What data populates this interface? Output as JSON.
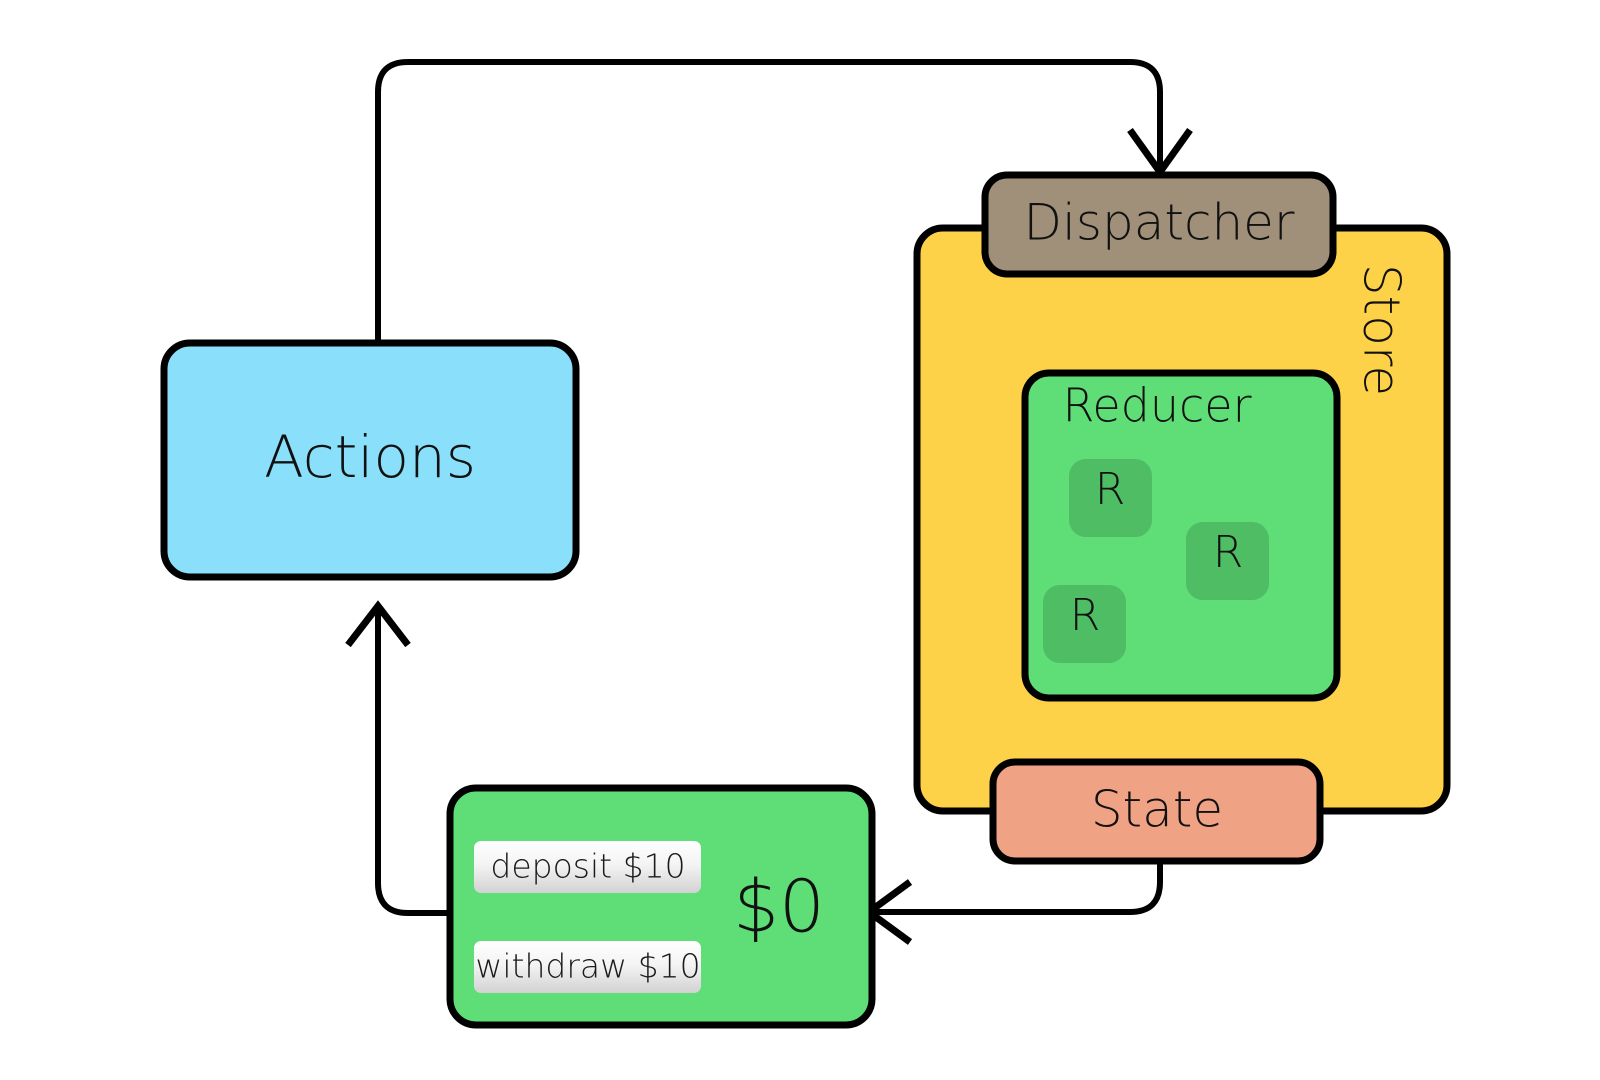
{
  "diagram": {
    "title": "Redux data flow diagram",
    "nodes": {
      "actions": {
        "label": "Actions",
        "color": "#8ae0fb"
      },
      "dispatcher": {
        "label": "Dispatcher",
        "color": "#a08f79"
      },
      "store": {
        "label": "Store",
        "color": "#fdd248"
      },
      "reducer": {
        "label": "Reducer",
        "color": "#5fdd77"
      },
      "reducer_children": [
        {
          "label": "R",
          "color": "#4ebd63"
        },
        {
          "label": "R",
          "color": "#4ebd63"
        },
        {
          "label": "R",
          "color": "#4ebd63"
        }
      ],
      "state": {
        "label": "State",
        "color": "#efa384"
      },
      "ui": {
        "balance": "$0",
        "color": "#5fdd77",
        "buttons": [
          {
            "label": "deposit $10"
          },
          {
            "label": "withdraw $10"
          }
        ]
      }
    },
    "edges": [
      {
        "name": "actions-to-dispatcher",
        "from": "Actions",
        "to": "Dispatcher"
      },
      {
        "name": "dispatcher-to-reducer",
        "from": "Dispatcher",
        "to": "Reducer"
      },
      {
        "name": "reducer-to-state",
        "from": "Reducer",
        "to": "State"
      },
      {
        "name": "state-to-reducer-feedback",
        "from": "State",
        "to": "Reducer"
      },
      {
        "name": "state-to-ui",
        "from": "State",
        "to": "UI"
      },
      {
        "name": "ui-to-actions",
        "from": "UI",
        "to": "Actions"
      }
    ],
    "colors": {
      "stroke": "#000000",
      "background": "#ffffff",
      "button_gradient_top": "#ffffff",
      "button_gradient_bottom": "#d2d2d2"
    }
  }
}
